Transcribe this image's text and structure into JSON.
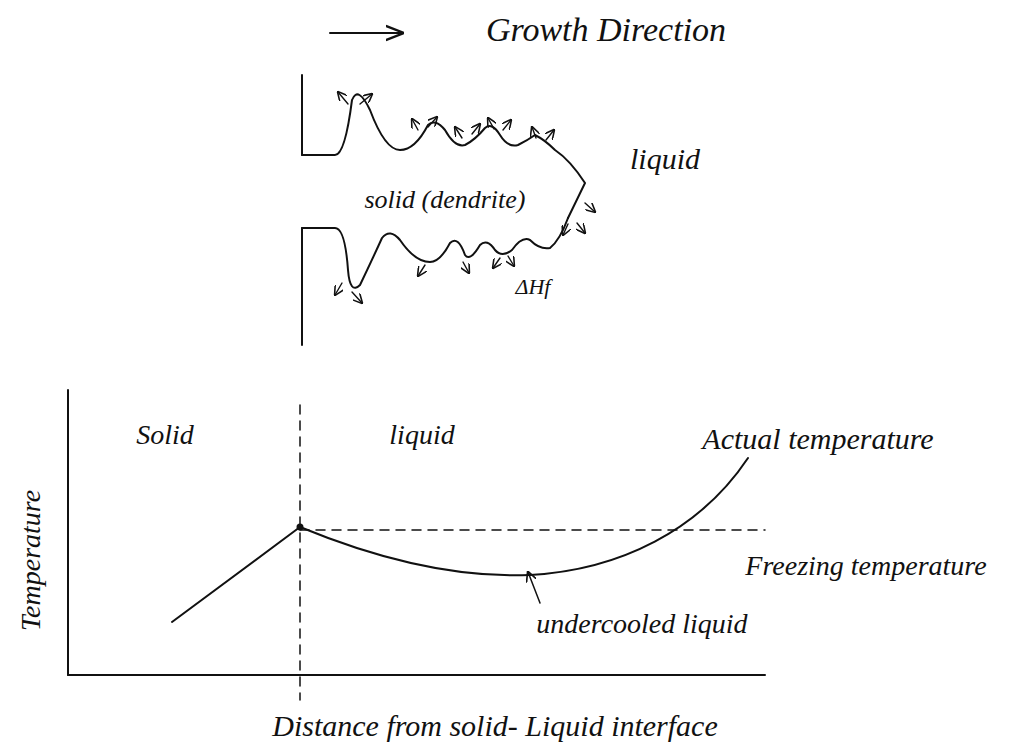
{
  "diagram": {
    "labels": [
      "Growth Direction",
      "liquid",
      "solid (dendrite)",
      "ΔHf",
      "Solid",
      "liquid",
      "Actual temperature",
      "Freezing temperature",
      "undercooled liquid",
      "Temperature",
      "Distance from solid- Liquid interface"
    ]
  }
}
